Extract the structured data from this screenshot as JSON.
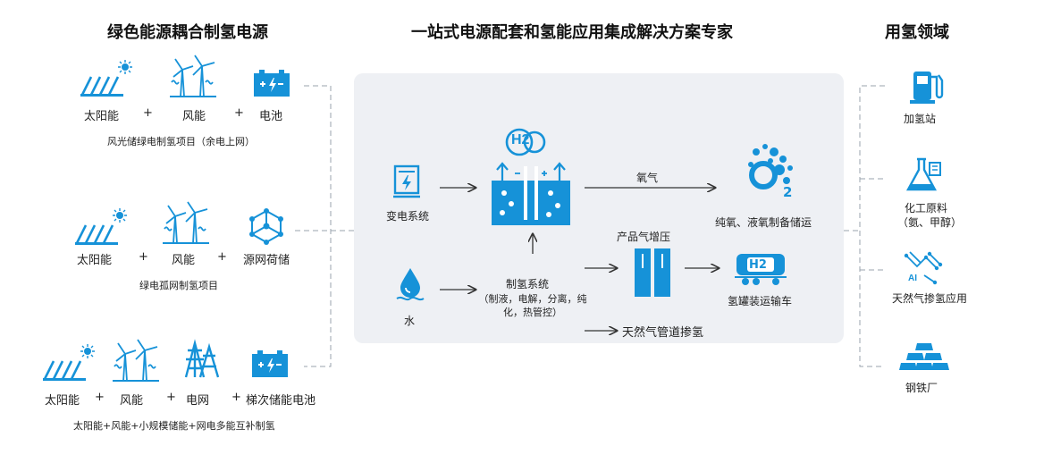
{
  "headers": {
    "left": "绿色能源耦合制氢电源",
    "center": "一站式电源配套和氢能应用集成解决方案专家",
    "right": "用氢领域"
  },
  "sources": [
    {
      "items": [
        "太阳能",
        "风能",
        "电池"
      ],
      "caption": "风光储绿电制氢项目（余电上网）"
    },
    {
      "items": [
        "太阳能",
        "风能",
        "源网荷储"
      ],
      "caption": "绿电孤网制氢项目"
    },
    {
      "items": [
        "太阳能",
        "风能",
        "电网",
        "梯次储能电池"
      ],
      "caption": "太阳能+风能+小规模储能+网电多能互补制氢"
    }
  ],
  "plus": "+",
  "process": {
    "substation": "变电系统",
    "water": "水",
    "electrolyzer_system": "制氢系统",
    "electrolyzer_detail": "（制液，电解，分离，纯化，热管控）",
    "h2_badge": "H2",
    "oxygen": "氧气",
    "oxygen_storage": "纯氧、液氧制备储运",
    "o2_sub": "2",
    "pressurize": "产品气增压",
    "tanker": "氢罐装运输车",
    "tanker_badge": "H2",
    "pipeline": "天然气管道掺氢"
  },
  "applications": [
    {
      "label": "加氢站",
      "icon": "fuel-pump-icon"
    },
    {
      "label": "化工原料",
      "sub": "（氨、甲醇）",
      "icon": "flask-icon"
    },
    {
      "label": "天然气掺氢应用",
      "icon": "ai-network-icon"
    },
    {
      "label": "钢铁厂",
      "icon": "steel-ingot-icon"
    }
  ],
  "colors": {
    "accent": "#1692d8",
    "panel": "#eef0f4"
  }
}
